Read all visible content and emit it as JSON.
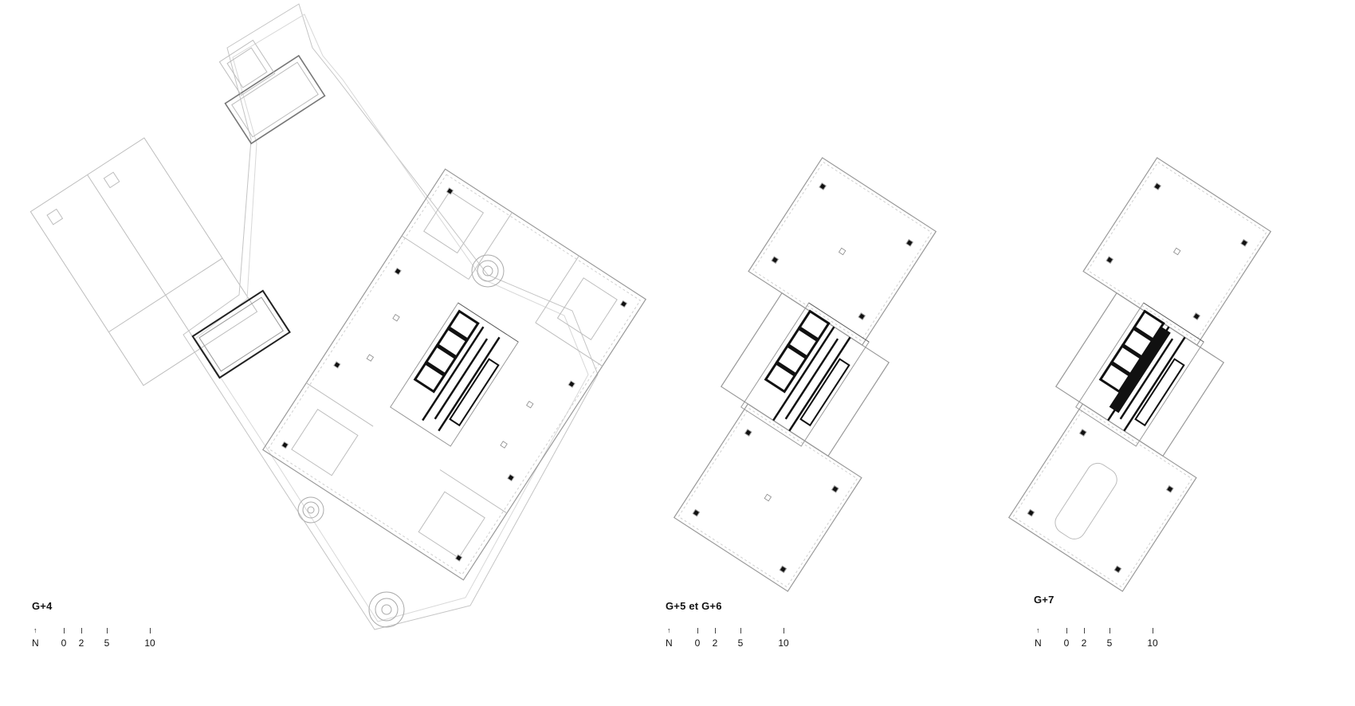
{
  "plans": [
    {
      "id": "g4",
      "label": "G+4",
      "scale": {
        "north": "N",
        "ticks": [
          "0",
          "2",
          "5",
          "10"
        ]
      }
    },
    {
      "id": "g56",
      "label": "G+5 et G+6",
      "scale": {
        "north": "N",
        "ticks": [
          "0",
          "2",
          "5",
          "10"
        ]
      }
    },
    {
      "id": "g7",
      "label": "G+7",
      "scale": {
        "north": "N",
        "ticks": [
          "0",
          "2",
          "5",
          "10"
        ]
      }
    }
  ],
  "icons": {
    "north_arrow": "north-arrow-icon"
  },
  "colors": {
    "line": "#bdbdbd",
    "wall": "#111111",
    "hatch": "#f7f7f7"
  }
}
